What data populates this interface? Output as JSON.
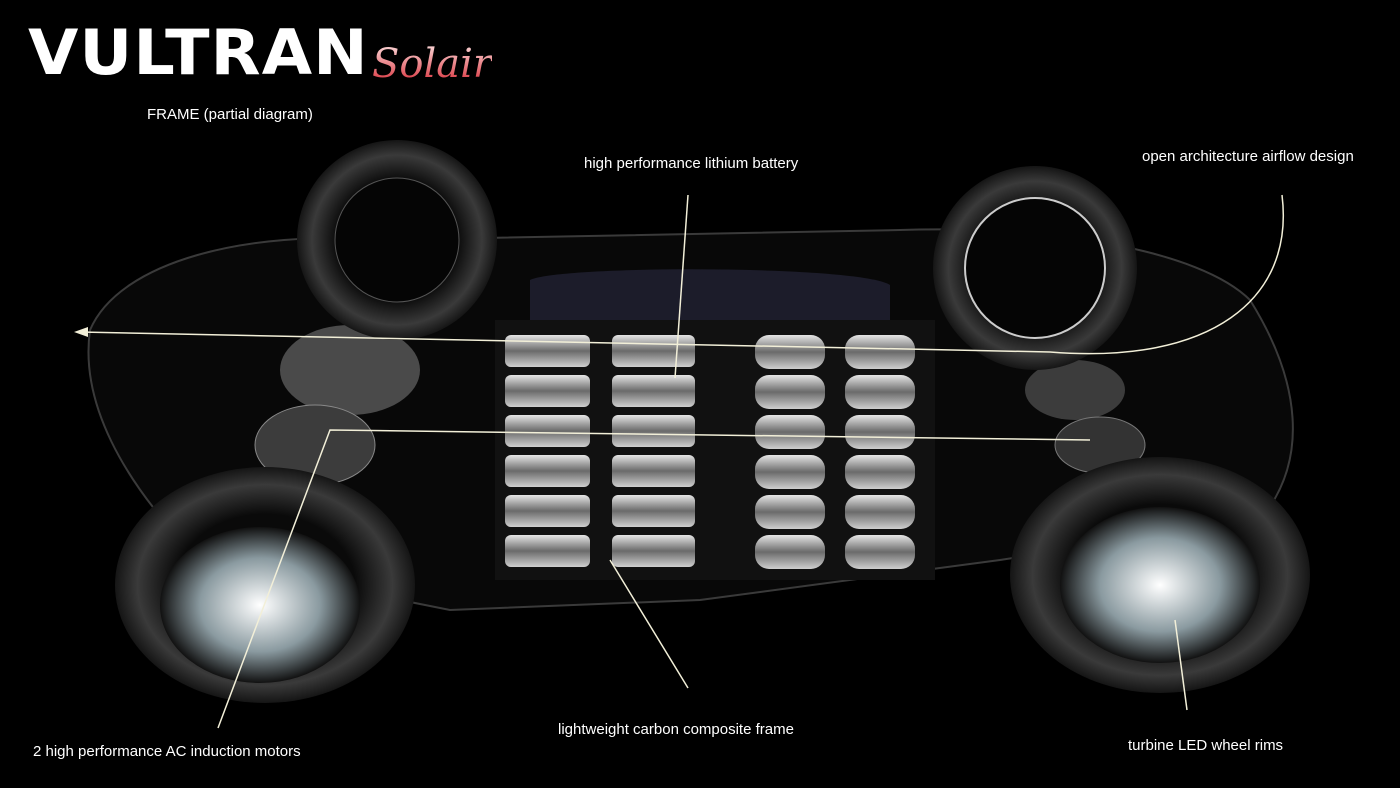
{
  "logo": {
    "brand": "VULTRAN",
    "model": "Solair",
    "model_color": "#d9303a"
  },
  "subtitle": "FRAME (partial diagram)",
  "callouts": {
    "battery": "high performance lithium battery",
    "airflow": "open architecture airflow design",
    "motors": "2 high performance AC induction motors",
    "frame": "lightweight carbon composite frame",
    "rims": "turbine LED wheel rims"
  },
  "colors": {
    "background": "#000000",
    "text": "#ffffff",
    "leader_line": "#f2efd8"
  }
}
